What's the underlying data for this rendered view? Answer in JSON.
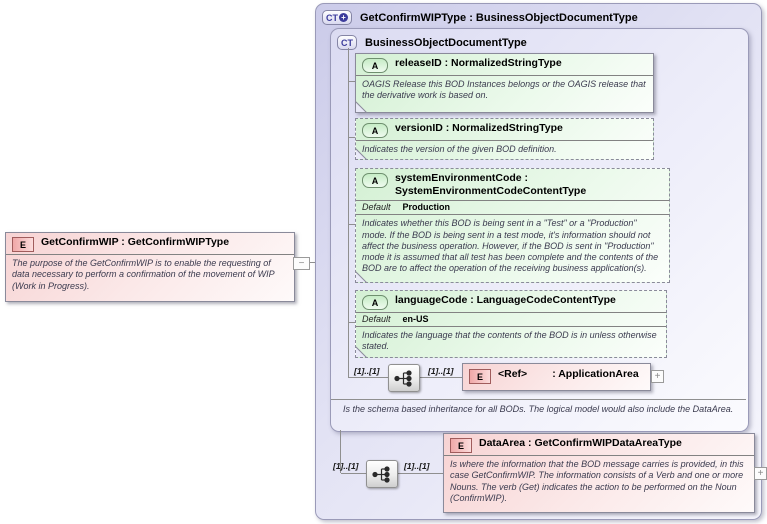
{
  "icons": {
    "element": "E",
    "attribute": "A",
    "complex_type": "CT",
    "plus": "+",
    "minus": "−"
  },
  "root_element": {
    "title": "GetConfirmWIP : GetConfirmWIPType",
    "doc": "The purpose of the GetConfirmWIP is to enable the requesting of data necessary to perform a confirmation of the movement of WIP (Work in Progress)."
  },
  "outer_type": {
    "title": "GetConfirmWIPType : BusinessObjectDocumentType"
  },
  "base_type": {
    "title": "BusinessObjectDocumentType",
    "doc": "Is the schema based inheritance for all BODs. The logical model would also include the DataArea."
  },
  "attributes": [
    {
      "title": "releaseID : NormalizedStringType",
      "doc": "OAGIS Release this BOD Instances belongs or the OAGIS release that the derivative work is based on."
    },
    {
      "title": "versionID : NormalizedStringType",
      "doc": "Indicates the version of the given BOD definition."
    },
    {
      "title": "systemEnvironmentCode : SystemEnvironmentCodeContentType",
      "default_label": "Default",
      "default_value": "Production",
      "doc": "Indicates whether this BOD is being sent in a \"Test\" or a \"Production\" mode. If the BOD is being sent in a test mode, it's information should not affect the business operation. However, if the BOD is sent in \"Production\" mode it is assumed that all test has been complete and the contents of the BOD are to affect the operation of the receiving business application(s)."
    },
    {
      "title": "languageCode : LanguageCodeContentType",
      "default_label": "Default",
      "default_value": "en-US",
      "doc": "Indicates the language that the contents of the BOD is in unless otherwise stated."
    }
  ],
  "application_area_row": {
    "cardinality_left": "[1]..[1]",
    "cardinality_right": "[1]..[1]",
    "element_name": "<Ref>",
    "element_type": ": ApplicationArea"
  },
  "data_area_row": {
    "cardinality_left": "[1]..[1]",
    "cardinality_right": "[1]..[1]",
    "element": {
      "title": "DataArea : GetConfirmWIPDataAreaType",
      "doc": "Is where the information that the BOD message carries is provided, in this case GetConfirmWIP. The information consists of a Verb and one or more Nouns. The verb (Get) indicates the action to be performed on the Noun (ConfirmWIP)."
    }
  }
}
